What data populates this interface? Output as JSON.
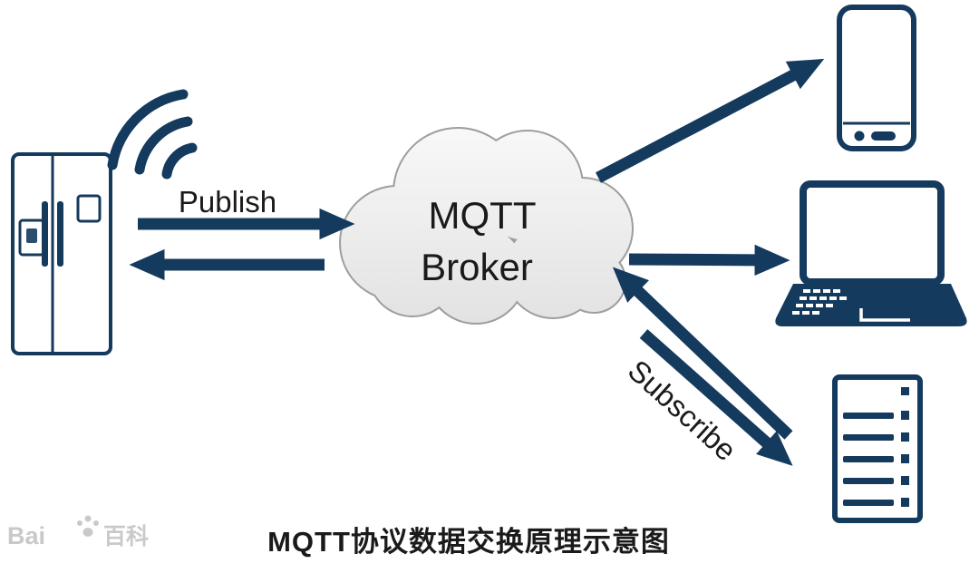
{
  "diagram": {
    "type": "architecture-diagram",
    "caption": "MQTT协议数据交换原理示意图",
    "broker": {
      "line1": "MQTT",
      "line2": "Broker"
    },
    "labels": {
      "publish": "Publish",
      "subscribe": "Subscribe"
    },
    "watermark": {
      "prefix": "Bai",
      "suffix": "百科"
    },
    "nodes": {
      "publisher": {
        "icon": "refrigerator-icon",
        "signal": "wifi-signal-icon"
      },
      "broker": {
        "icon": "cloud-shape"
      },
      "subscribers": [
        {
          "icon": "smartphone-icon"
        },
        {
          "icon": "laptop-icon"
        },
        {
          "icon": "server-rack-icon"
        }
      ]
    },
    "colors": {
      "primary": "#143a5e",
      "cloud_fill_top": "#f8f8f8",
      "cloud_fill_bottom": "#e2e2e2",
      "cloud_stroke": "#9e9e9e",
      "text": "#1a1a1a",
      "watermark": "#c9c9c9",
      "background": "#ffffff"
    }
  }
}
